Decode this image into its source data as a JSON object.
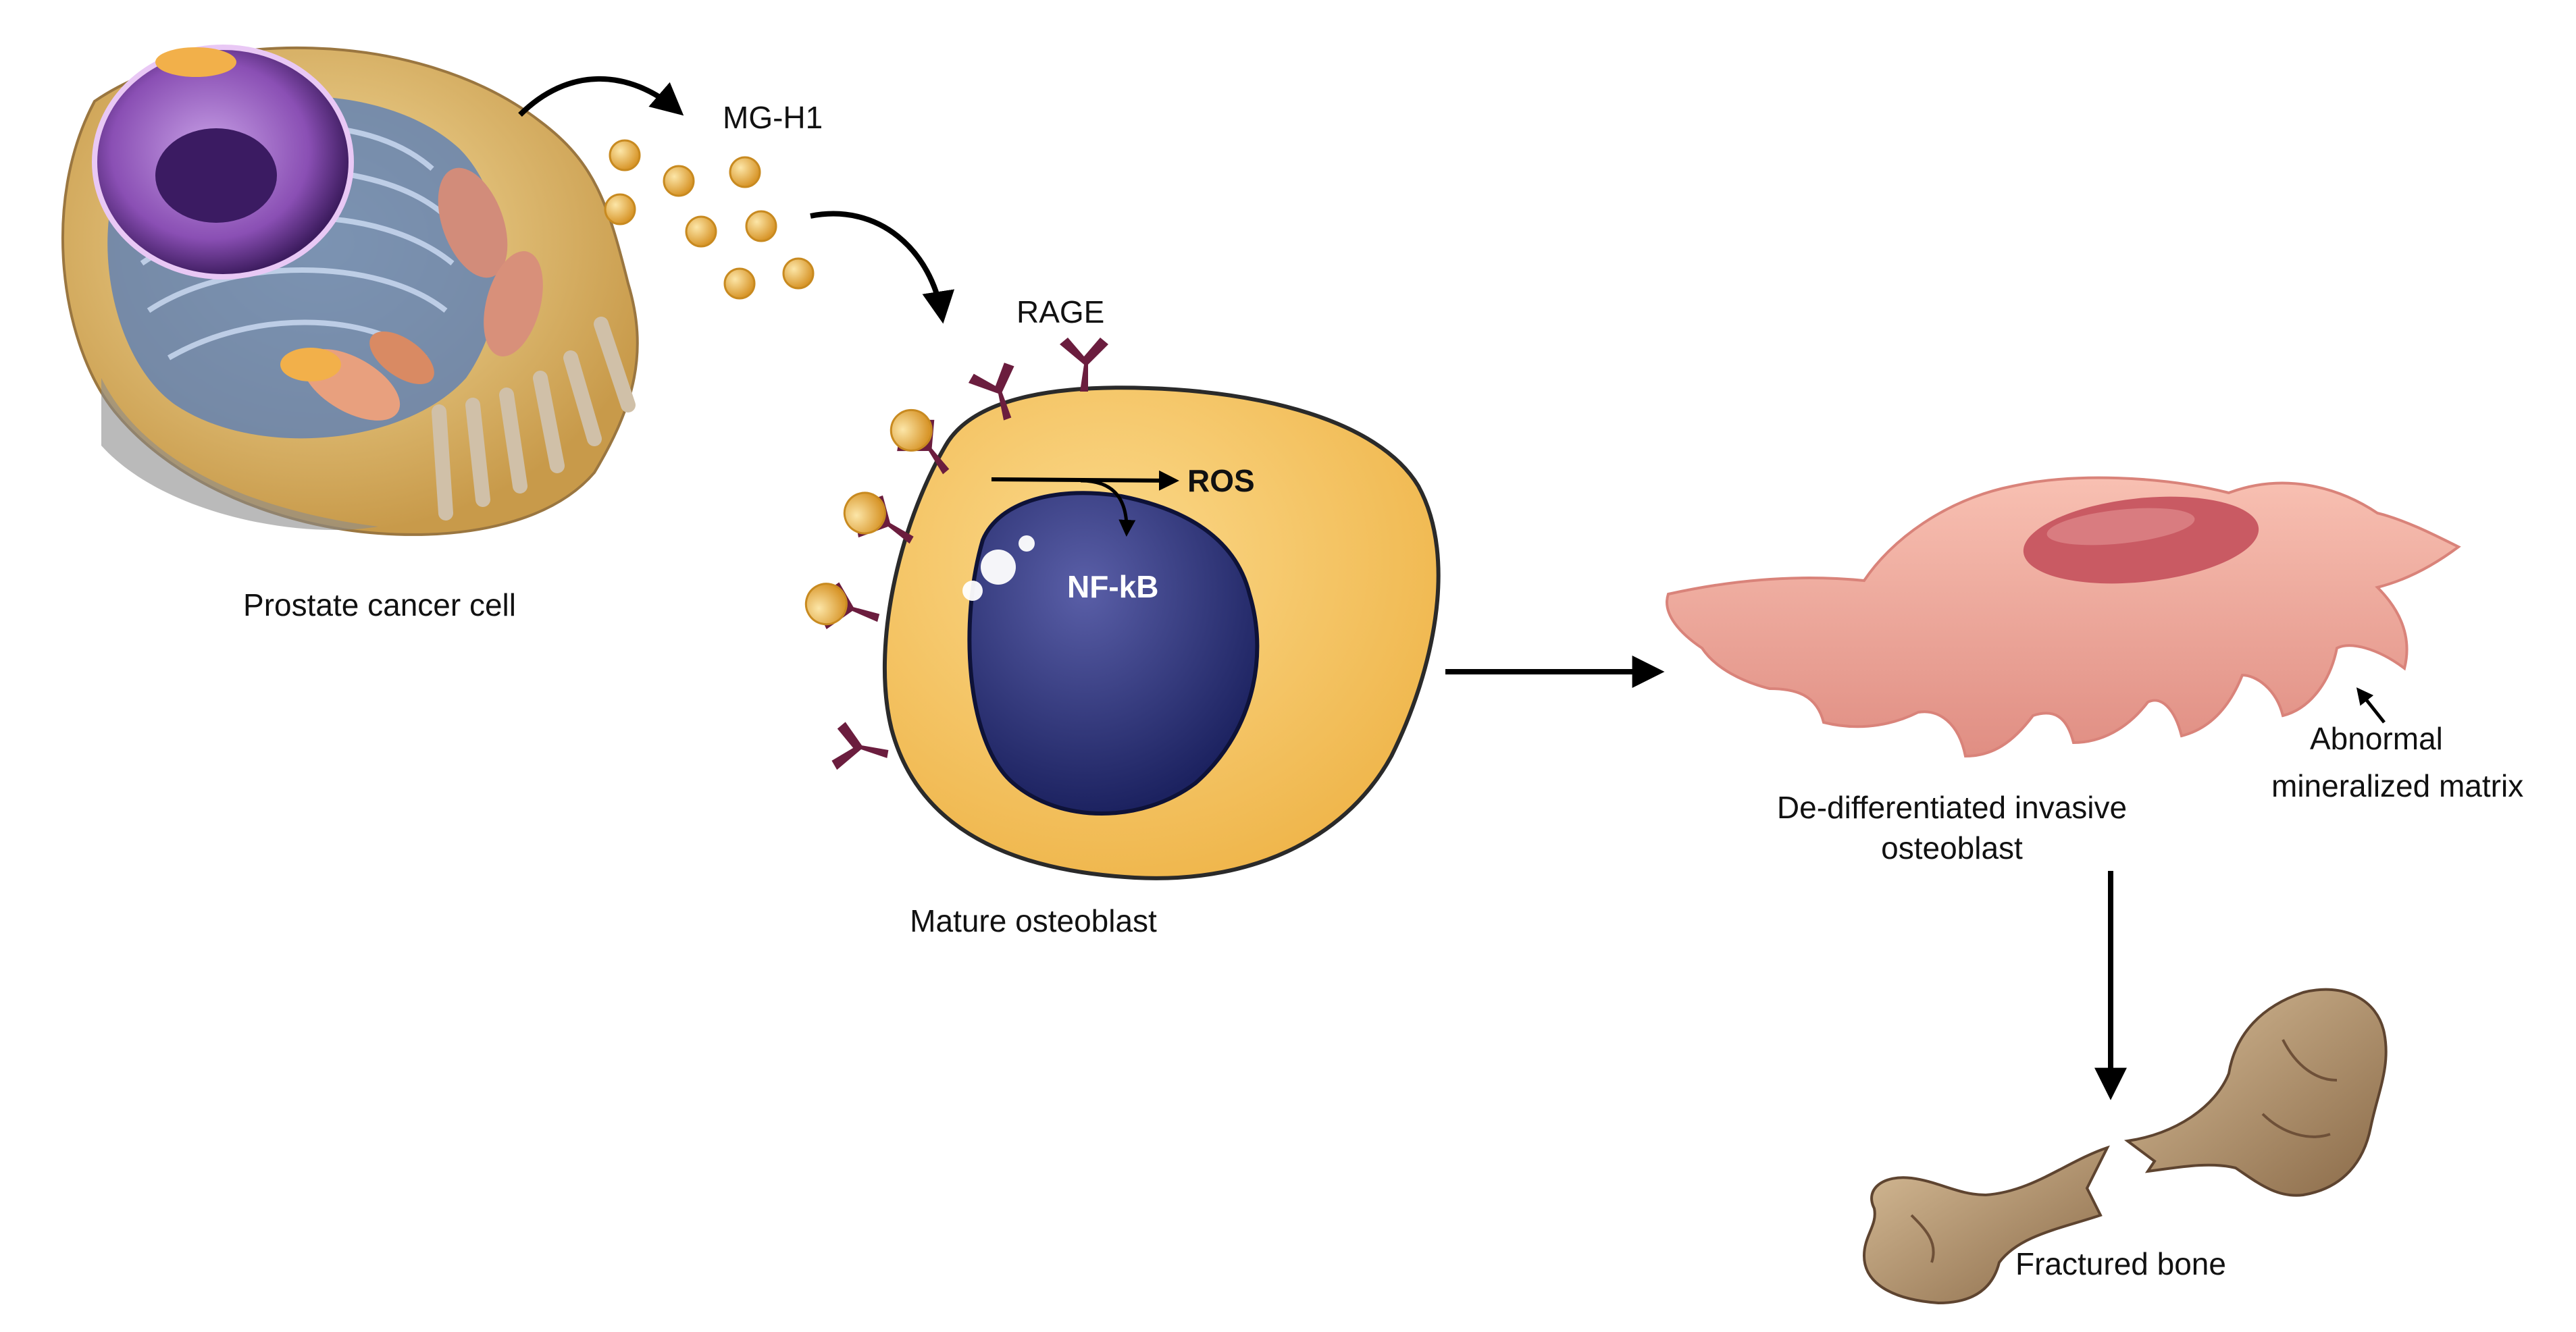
{
  "labels": {
    "prostate_cell": "Prostate cancer cell",
    "mgh1": "MG-H1",
    "rage": "RAGE",
    "ros": "ROS",
    "nfkb": "NF-kB",
    "mature_osteoblast": "Mature osteoblast",
    "dediff_line1": "De-differentiated invasive",
    "dediff_line2": "osteoblast",
    "abnormal_line1": "Abnormal",
    "abnormal_line2": "mineralized matrix",
    "fractured_bone": "Fractured bone"
  },
  "colors": {
    "ligand": "#e6a83a",
    "receptor": "#6b1d3e",
    "osteoblast_fill": "#f6c65c",
    "nucleus": "#232a6a",
    "invasive_cell": "#f2a398",
    "bone": "#a6835e",
    "arrow": "#000000"
  }
}
